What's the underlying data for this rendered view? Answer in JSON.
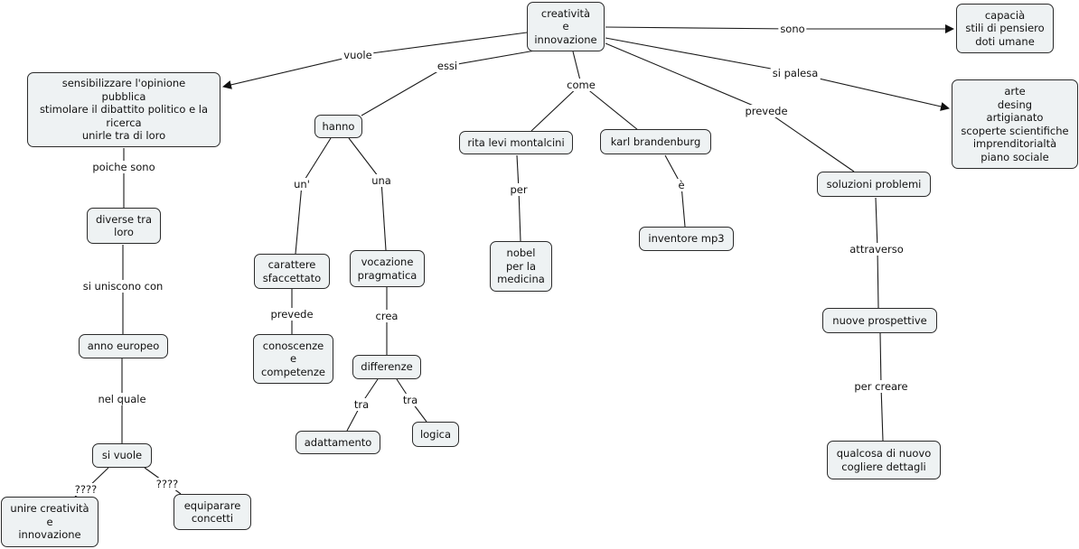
{
  "diagram": {
    "nodes": {
      "root": "creatività\ne\ninnovazione",
      "capacia": "capacià\nstili di pensiero\ndoti umane",
      "sensibilizzare": "sensibilizzare l'opinione\npubblica\nstimolare il dibattito politico e la\nricerca\nunirle tra di loro",
      "arte": "arte\ndesing\nartigianato\nscoperte scientifiche\nimprenditorialtà\npiano sociale",
      "hanno": "hanno",
      "rita": "rita levi montalcini",
      "karl": "karl brandenburg",
      "soluzioni": "soluzioni problemi",
      "diverse": "diverse tra\nloro",
      "carattere": "carattere\nsfaccettato",
      "vocazione": "vocazione\npragmatica",
      "nobel": "nobel\nper  la\nmedicina",
      "inventore": "inventore mp3",
      "nuove": "nuove prospettive",
      "anno": "anno europeo",
      "conoscenze": "conoscenze\ne\ncompetenze",
      "differenze": "differenze",
      "adattamento": "adattamento",
      "logica": "logica",
      "qualcosa": "qualcosa di nuovo\ncogliere dettagli",
      "si_vuole": "si vuole",
      "unire": "unire creatività\ne\ninnovazione",
      "equiparare": "equiparare\nconcetti"
    },
    "links": {
      "vuole": "vuole",
      "essi": "essi",
      "come": "come",
      "sono": "sono",
      "si_palesa": "si palesa",
      "prevede_root": "prevede",
      "poiche_sono": "poiche sono",
      "si_uniscono_con": "si uniscono con",
      "nel_quale": "nel quale",
      "q1": "????",
      "q2": "????",
      "un": "un'",
      "una": "una",
      "prevede_car": "prevede",
      "crea": "crea",
      "tra1": "tra",
      "tra2": "tra",
      "per": "per",
      "e_accent": "è",
      "attraverso": "attraverso",
      "per_creare": "per creare"
    },
    "colors": {
      "node_fill": "#eef2f3",
      "node_border": "#2b2b2b",
      "line": "#1a1a1a"
    }
  }
}
